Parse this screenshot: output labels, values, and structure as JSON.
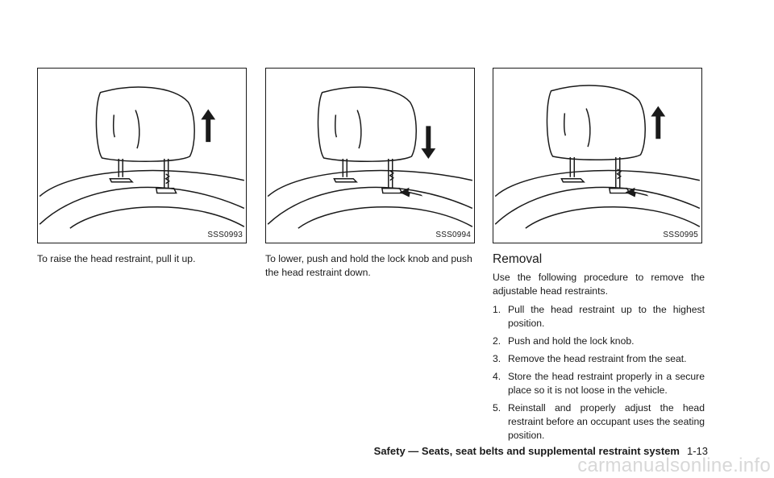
{
  "figures": [
    {
      "code": "SSS0993",
      "caption": "To raise the head restraint, pull it up.",
      "arrow": "up",
      "push_arrow": false
    },
    {
      "code": "SSS0994",
      "caption": "To lower, push and hold the lock knob and push the head restraint down.",
      "arrow": "down",
      "push_arrow": true
    },
    {
      "code": "SSS0995",
      "caption": "",
      "arrow": "up",
      "push_arrow": true
    }
  ],
  "removal": {
    "heading": "Removal",
    "intro": "Use the following procedure to remove the adjustable head restraints.",
    "steps": [
      {
        "num": "1.",
        "text": "Pull the head restraint up to the highest position."
      },
      {
        "num": "2.",
        "text": "Push and hold the lock knob."
      },
      {
        "num": "3.",
        "text": "Remove the head restraint from the seat."
      },
      {
        "num": "4.",
        "text": "Store the head restraint properly in a secure place so it is not loose in the vehicle."
      },
      {
        "num": "5.",
        "text": "Reinstall and properly adjust the head restraint before an occupant uses the seating position."
      }
    ]
  },
  "footer": {
    "section": "Safety — Seats, seat belts and supplemental restraint system",
    "page": "1-13"
  },
  "watermark": "carmanualsonline.info"
}
